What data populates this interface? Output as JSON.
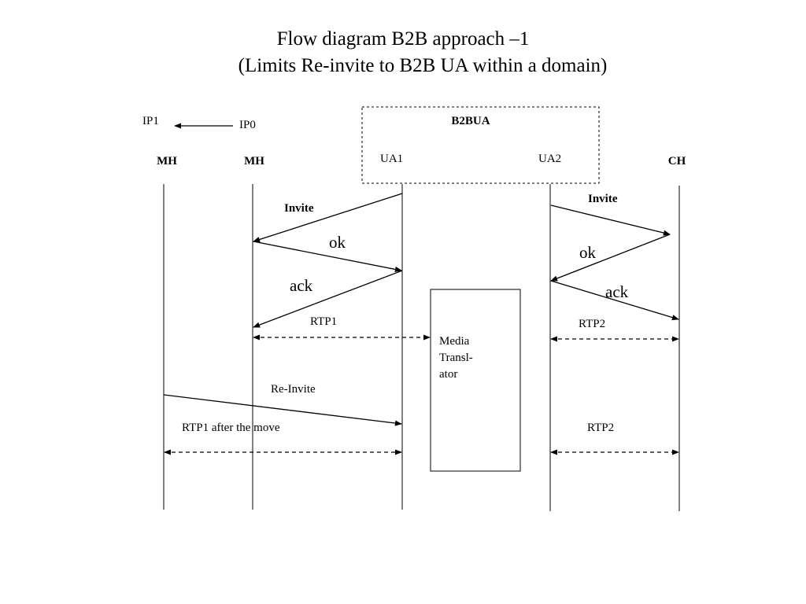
{
  "title": {
    "line1": "Flow diagram B2B approach –1",
    "line2": "(Limits Re-invite to B2B UA within a domain)"
  },
  "ip_labels": {
    "ip1": "IP1",
    "ip0": "IP0"
  },
  "b2bua": {
    "label": "B2BUA",
    "ua1": "UA1",
    "ua2": "UA2"
  },
  "entities": {
    "mh_new": "MH",
    "mh_old": "MH",
    "ch": "CH"
  },
  "messages": {
    "invite_left": "Invite",
    "ok_left": "ok",
    "ack_left": "ack",
    "rtp1": "RTP1",
    "invite_right": "Invite",
    "ok_right": "ok",
    "ack_right": "ack",
    "rtp2_top": "RTP2",
    "reinvite": "Re-Invite",
    "rtp1_after_move": "RTP1 after the move",
    "rtp2_bottom": "RTP2"
  },
  "media_translator": {
    "line1": "Media",
    "line2": "Transl-",
    "line3": "ator"
  }
}
